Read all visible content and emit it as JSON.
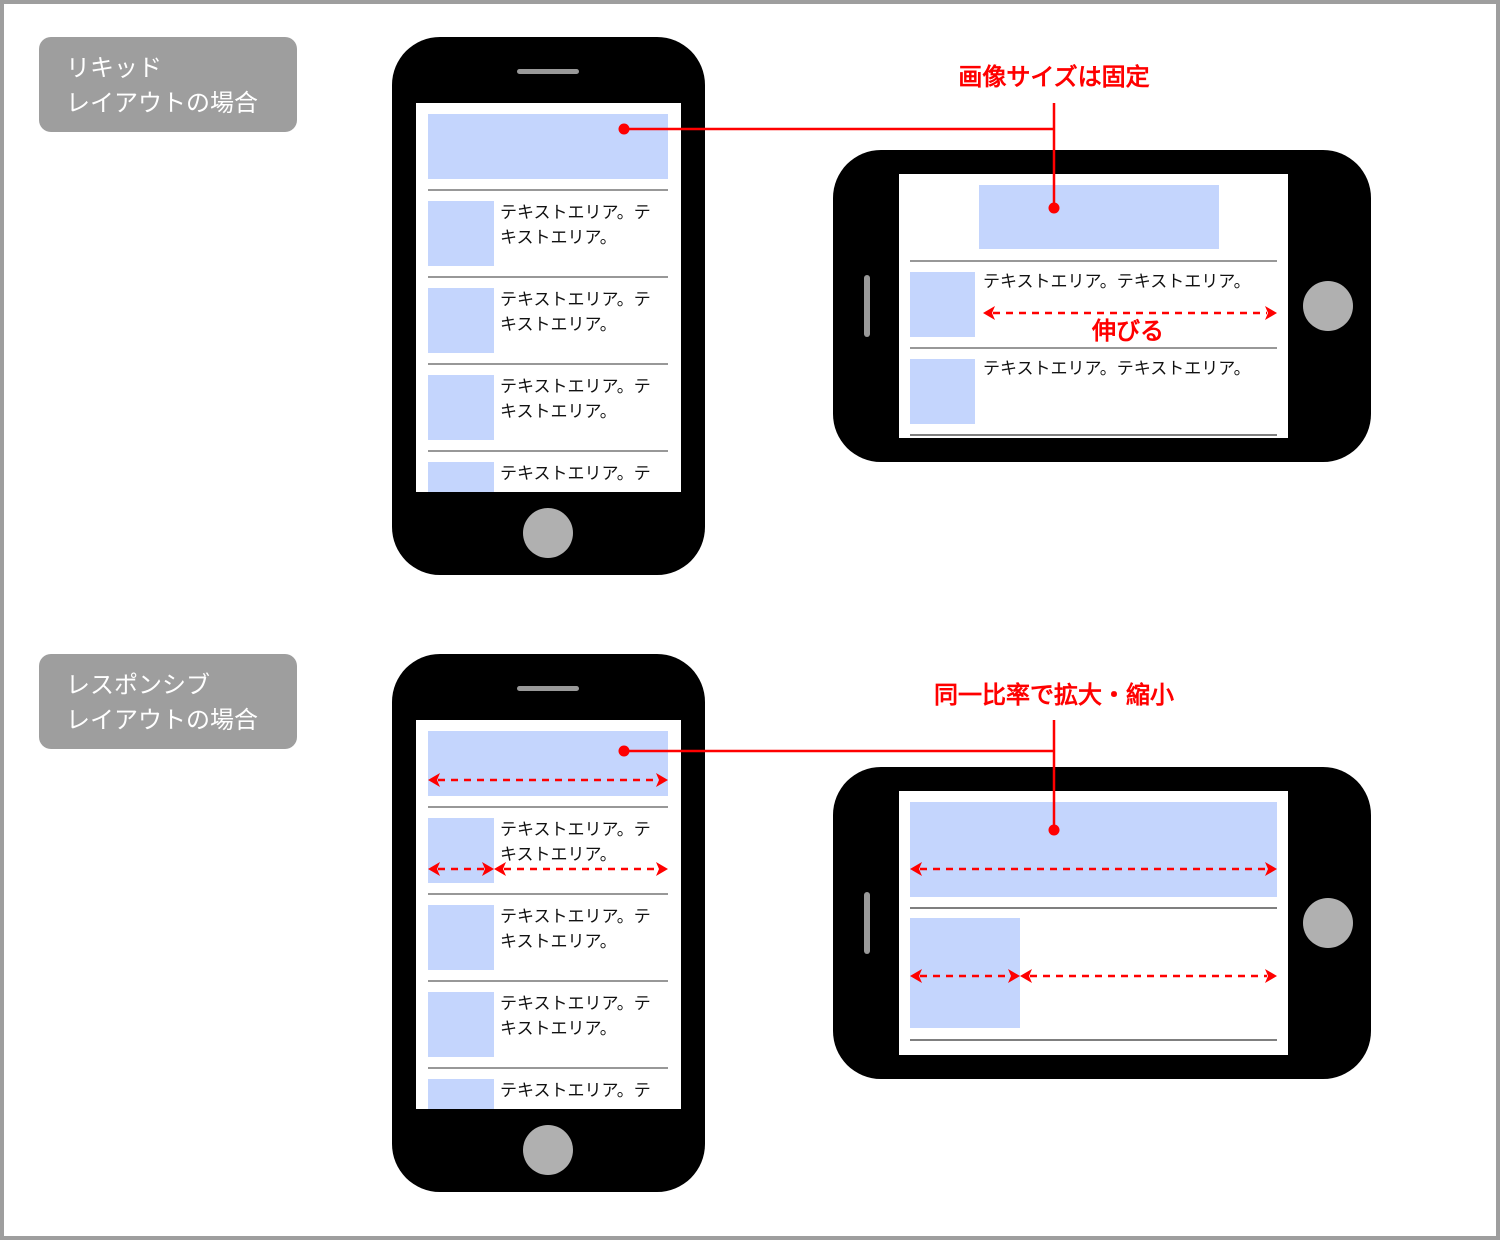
{
  "colors": {
    "accent": "#ff0000",
    "image_placeholder": "#c4d5fd",
    "phone": "#000000",
    "label_bg": "#9e9e9e",
    "home_button": "#b0b0b0"
  },
  "sections": [
    {
      "label_lines": [
        "リキッド",
        "レイアウトの場合"
      ],
      "callout": "画像サイズは固定",
      "stretch_label": "伸びる",
      "portrait_rows": [
        [
          "テキストエリア。テ",
          "キストエリア。"
        ],
        [
          "テキストエリア。テ",
          "キストエリア。"
        ],
        [
          "テキストエリア。テ",
          "キストエリア。"
        ],
        [
          "テキストエリア。テ",
          ""
        ]
      ],
      "landscape_rows": [
        "テキストエリア。テキストエリア。",
        "テキストエリア。テキストエリア。"
      ]
    },
    {
      "label_lines": [
        "レスポンシブ",
        "レイアウトの場合"
      ],
      "callout": "同一比率で拡大・縮小",
      "portrait_rows": [
        [
          "テキストエリア。テ",
          "キストエリア。"
        ],
        [
          "テキストエリア。テ",
          "キストエリア。"
        ],
        [
          "テキストエリア。テ",
          "キストエリア。"
        ],
        [
          "テキストエリア。テ",
          ""
        ]
      ]
    }
  ]
}
